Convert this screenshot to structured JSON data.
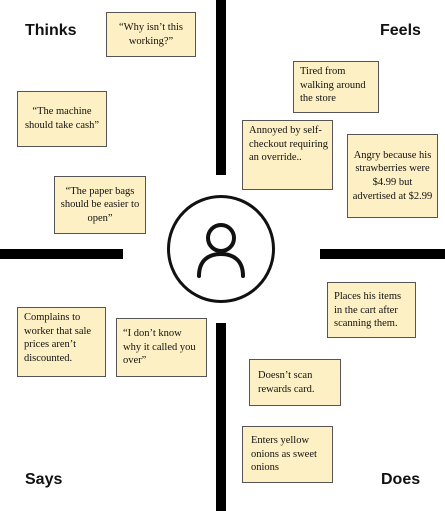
{
  "quadrants": {
    "thinks": "Thinks",
    "feels": "Feels",
    "says": "Says",
    "does": "Does"
  },
  "avatar_icon": "person-icon",
  "notes": {
    "thinks": [
      "“Why isn’t this working?”",
      "“The machine should take cash”",
      "“The paper bags should be easier to open”"
    ],
    "feels": [
      "Tired from walking around the store",
      "Annoyed by self-checkout requiring an override..",
      "Angry because his strawberries were $4.99 but advertised at $2.99"
    ],
    "says": [
      "Complains to worker that sale prices aren’t discounted.",
      "“I don’t know why it called you over”"
    ],
    "does": [
      "Places his items in the cart after scanning them.",
      "Doesn’t scan rewards card.",
      "Enters yellow onions as sweet onions"
    ]
  },
  "colors": {
    "note_fill": "#fdf0c4",
    "divider": "#000000"
  }
}
